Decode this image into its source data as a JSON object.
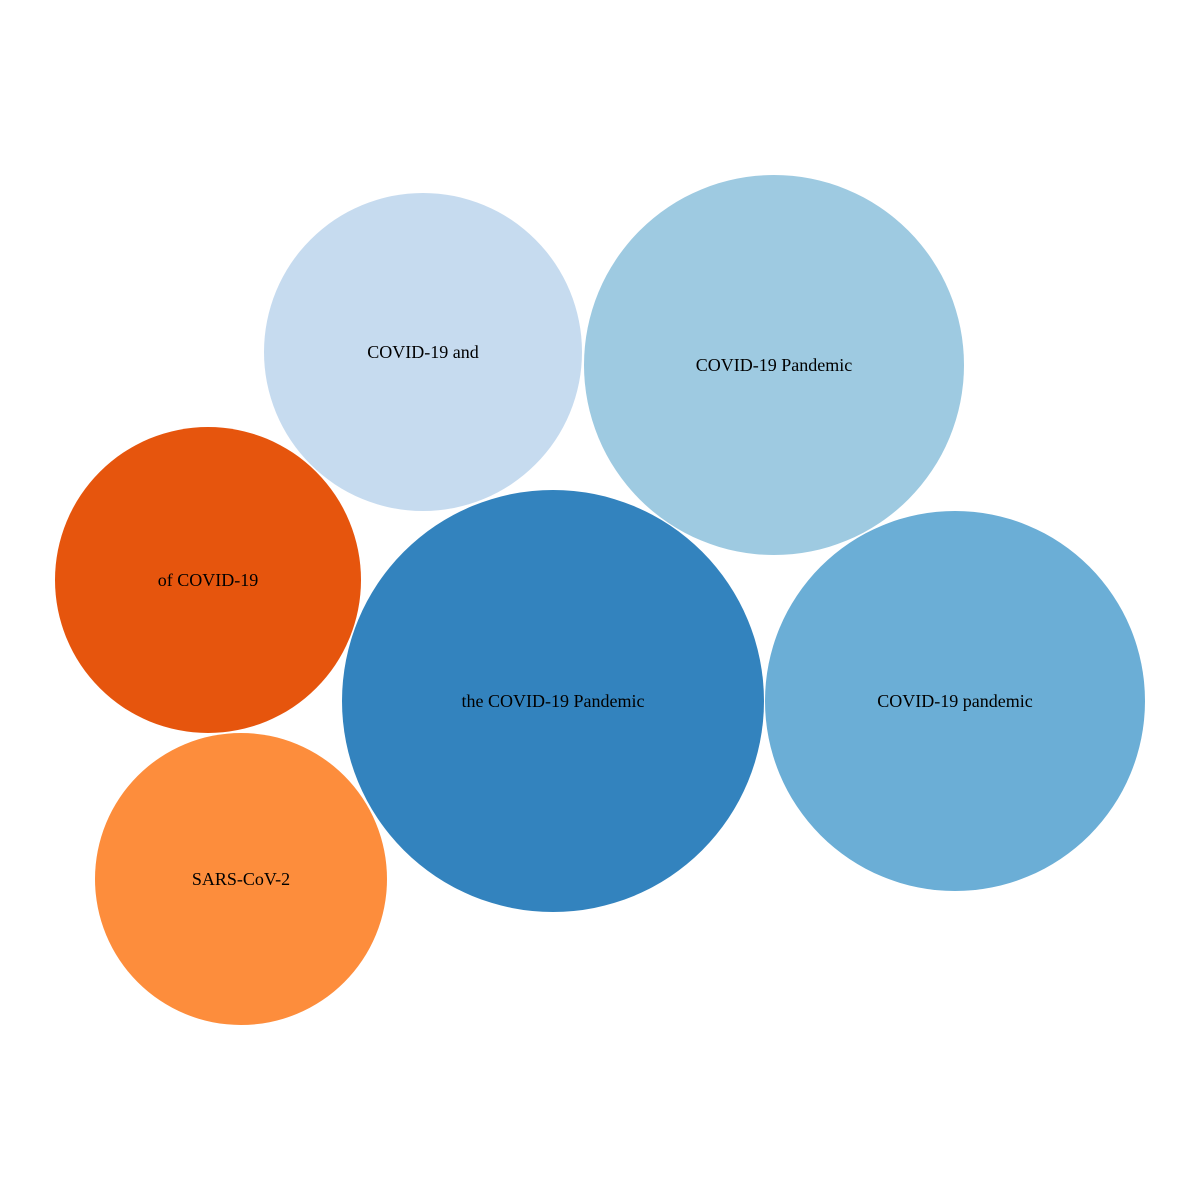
{
  "chart_data": {
    "type": "bubble",
    "title": "",
    "bubbles": [
      {
        "label": "the COVID-19 Pandemic",
        "color": "#3383BE"
      },
      {
        "label": "COVID-19 pandemic",
        "color": "#6BAED6"
      },
      {
        "label": "COVID-19 Pandemic",
        "color": "#9ECAE1"
      },
      {
        "label": "COVID-19 and",
        "color": "#C6DBEF"
      },
      {
        "label": "of COVID-19",
        "color": "#E6550D"
      },
      {
        "label": "SARS-CoV-2",
        "color": "#FD8D3C"
      }
    ]
  }
}
